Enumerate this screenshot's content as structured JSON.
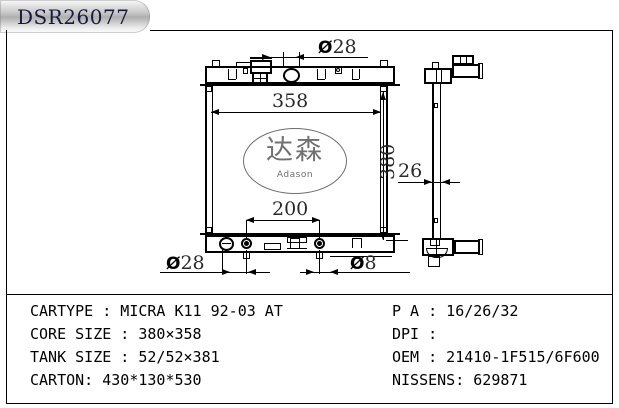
{
  "title": "DSR26077",
  "logo": {
    "cn": "达森",
    "en": "Adason"
  },
  "dimensions": {
    "top_neck": "Ø28",
    "core_width": "358",
    "core_height": "380",
    "bottom_span": "200",
    "bottom_left_port": "Ø28",
    "bottom_right_port": "Ø8",
    "side_thickness": "26"
  },
  "info": {
    "left": [
      {
        "label": "CARTYPE",
        "sep": " : ",
        "value": "MICRA K11 92-03 AT",
        "text": "CARTYPE : MICRA K11 92-03 AT"
      },
      {
        "label": "CORE SIZE",
        "sep": " : ",
        "value": "380×358",
        "text": "CORE SIZE : 380×358"
      },
      {
        "label": "TANK SIZE",
        "sep": " : ",
        "value": "52/52×381",
        "text": "TANK SIZE : 52/52×381"
      },
      {
        "label": "CARTON",
        "sep": ": ",
        "value": "430*130*530",
        "text": "CARTON: 430*130*530"
      }
    ],
    "right": [
      {
        "label": "P A",
        "sep": " : ",
        "value": "16/26/32",
        "text": "P A : 16/26/32"
      },
      {
        "label": "DPI",
        "sep": " :",
        "value": "",
        "text": "DPI :"
      },
      {
        "label": "OEM",
        "sep": " : ",
        "value": "21410-1F515/6F600",
        "text": "OEM : 21410-1F515/6F600"
      },
      {
        "label": "NISSENS",
        "sep": ": ",
        "value": "629871",
        "text": "NISSENS: 629871"
      }
    ]
  },
  "colors": {
    "line": "#000000",
    "dim_text": "#2a2a2a",
    "logo_gray": "#707070",
    "title_text": "#19193f"
  }
}
